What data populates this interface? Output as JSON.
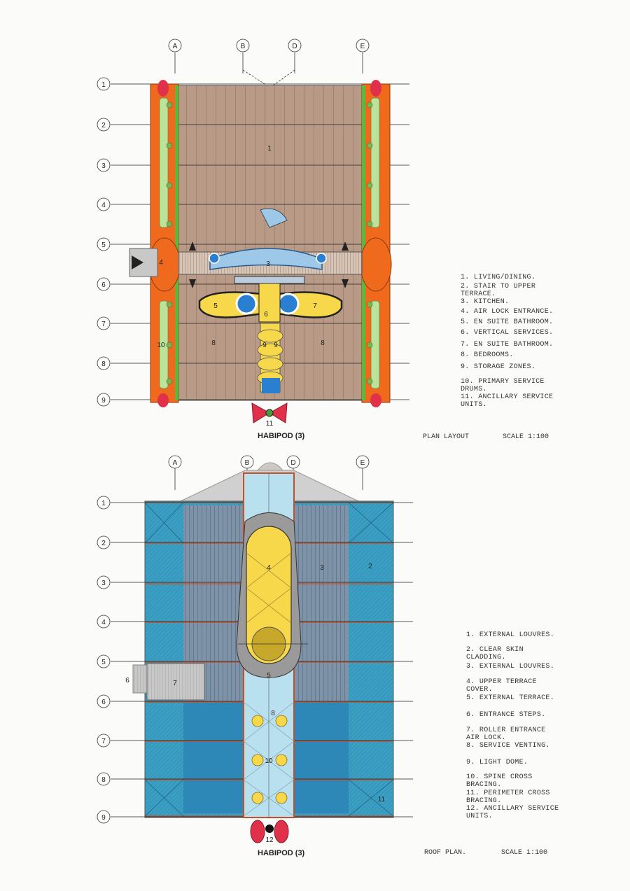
{
  "top": {
    "column_labels": [
      "A",
      "B",
      "D",
      "E"
    ],
    "row_labels": [
      "1",
      "2",
      "3",
      "4",
      "5",
      "6",
      "7",
      "8",
      "9"
    ],
    "room_labels": {
      "r1": "1",
      "r3": "3",
      "r4": "4",
      "r5": "5",
      "r6": "6",
      "r7": "7",
      "r8a": "8",
      "r8b": "8",
      "r9a": "9",
      "r9b": "9",
      "r10": "10",
      "r11": "11"
    },
    "title": "HABIPOD (3)",
    "sheet": "PLAN LAYOUT",
    "scale": "SCALE 1:100",
    "legend": [
      "1. LIVING/DINING.",
      "2. STAIR TO UPPER\nTERRACE.",
      "3. KITCHEN.",
      "4. AIR LOCK ENTRANCE.",
      "5. EN SUITE BATHROOM.",
      "6. VERTICAL SERVICES.",
      "7. EN SUITE BATHROOM.",
      "8. BEDROOMS.",
      "9. STORAGE ZONES.",
      "10. PRIMARY SERVICE\nDRUMS.",
      "11. ANCILLARY SERVICE\nUNITS."
    ]
  },
  "bottom": {
    "column_labels": [
      "A",
      "B",
      "D",
      "E"
    ],
    "row_labels": [
      "1",
      "2",
      "3",
      "4",
      "5",
      "6",
      "7",
      "8",
      "9"
    ],
    "room_labels": {
      "r2": "2",
      "r3": "3",
      "r4": "4",
      "r5": "5",
      "r6": "6",
      "r7": "7",
      "r8": "8",
      "r10": "10",
      "r11": "11",
      "r12": "12"
    },
    "title": "HABIPOD (3)",
    "sheet": "ROOF PLAN.",
    "scale": "SCALE 1:100",
    "legend": [
      "1. EXTERNAL LOUVRES.",
      "2. CLEAR SKIN\nCLADDING.",
      "3. EXTERNAL LOUVRES.",
      "4. UPPER TERRACE\nCOVER.",
      "5. EXTERNAL TERRACE.",
      "6. ENTRANCE STEPS.",
      "7. ROLLER ENTRANCE\nAIR LOCK.",
      "8. SERVICE VENTING.",
      "9. LIGHT DOME.",
      "10. SPINE CROSS\nBRACING.",
      "11. PERIMETER CROSS\nBRACING.",
      "12. ANCILLARY SERVICE\nUNITS."
    ]
  },
  "colors": {
    "orange": "#f06a1e",
    "deck": "#b89a86",
    "yellow": "#f6d84a",
    "blue": "#2a7fd0",
    "red": "#e0304a",
    "green": "#bde39a",
    "teal": "#3b9fc4",
    "slate": "#7e92a8",
    "paleblue": "#b9e0ef"
  }
}
